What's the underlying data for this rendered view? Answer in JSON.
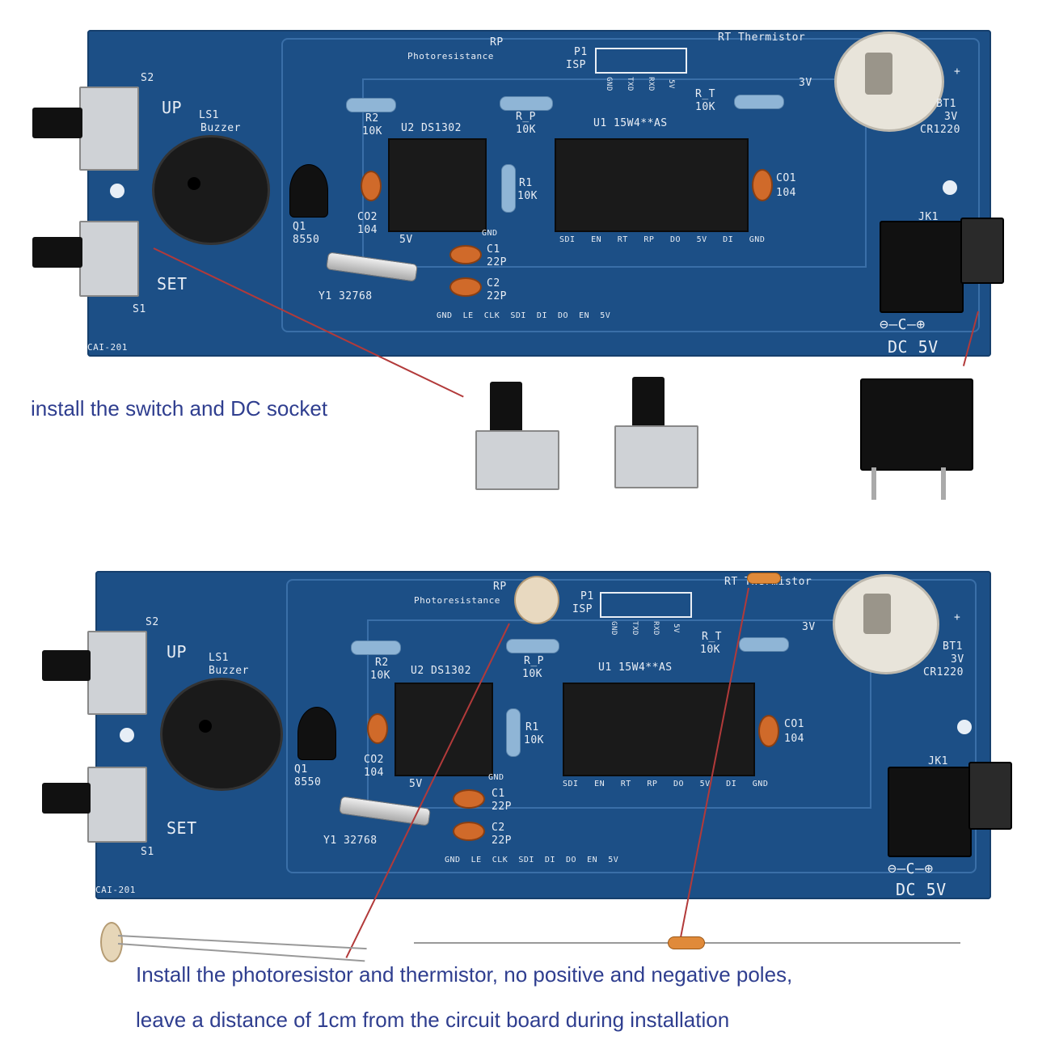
{
  "board": {
    "model": "CAI-201",
    "labels": {
      "s2": "S2",
      "up": "UP",
      "ls1": "LS1",
      "buzzer": "Buzzer",
      "set": "SET",
      "s1": "S1",
      "q1": "Q1",
      "q1_val": "8550",
      "rp": "RP",
      "photoresistance": "Photoresistance",
      "p1": "P1",
      "isp": "ISP",
      "isp_pins": [
        "GND",
        "TXD",
        "RXD",
        "5V"
      ],
      "rt": "RT Thermistor",
      "r2": "R2",
      "r2_val": "10K",
      "u2": "U2 DS1302",
      "rp_res": "R_P",
      "rp_val": "10K",
      "u1": "U1 15W4**AS",
      "rt_res": "R_T",
      "rt_val": "10K",
      "r1": "R1",
      "r1_val": "10K",
      "co1": "CO1",
      "co1_val": "104",
      "co2": "CO2",
      "co2_val": "104",
      "c1": "C1",
      "c1_val": "22P",
      "c2": "C2",
      "c2_val": "22P",
      "y1": "Y1 32768",
      "u2_5v": "5V",
      "u2_gnd": "GND",
      "u1_pins": [
        "SDI",
        "EN",
        "RT",
        "RP",
        "DO",
        "5V",
        "DI",
        "GND"
      ],
      "header_pins": [
        "GND",
        "LE",
        "CLK",
        "SDI",
        "DI",
        "DO",
        "EN",
        "5V"
      ],
      "bt1": "BT1",
      "bt1_v": "3V",
      "bt1_type": "CR1220",
      "plus": "+",
      "bt_3v": "3V",
      "jk1": "JK1",
      "dc": "DC 5V",
      "polarity": "⊖—C—⊕"
    }
  },
  "captions": {
    "step1": "install the switch and DC socket",
    "step2_line1": "Install the photoresistor and thermistor, no positive and negative poles,",
    "step2_line2": "leave a distance of 1cm from the circuit board during installation"
  },
  "colors": {
    "board": "#1c4f86",
    "caption": "#2f3e8f",
    "leader": "#b23a3a"
  }
}
